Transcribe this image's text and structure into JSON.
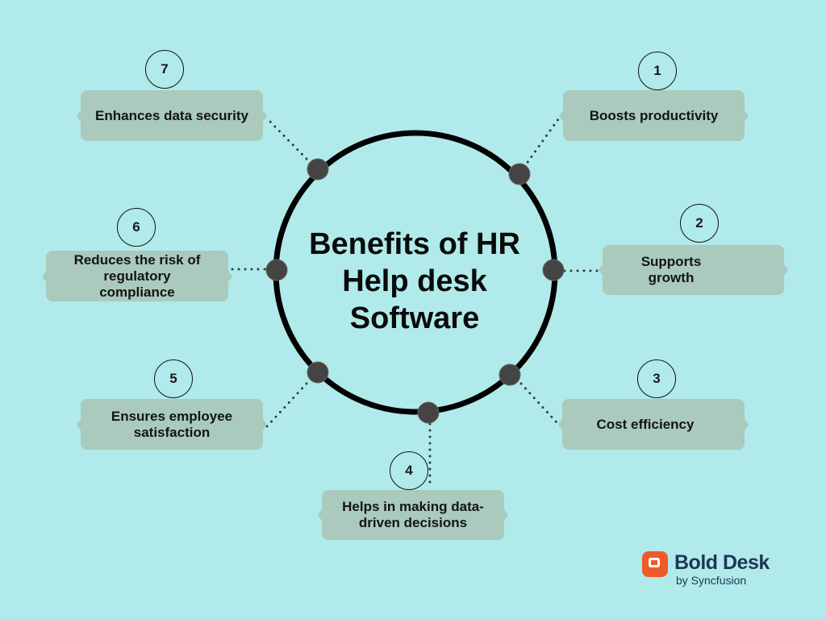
{
  "title": "Benefits of HR Help desk Software",
  "title_lines": [
    "Benefits of HR",
    "Help desk",
    "Software"
  ],
  "colors": {
    "background": "#b1eaea",
    "box": "#a9cabd",
    "ring": "#000000",
    "node": "#444444",
    "logo_accent": "#f05a28",
    "logo_text": "#1f3557"
  },
  "benefits": [
    {
      "number": "1",
      "label": "Boosts productivity"
    },
    {
      "number": "2",
      "label": "Supports growth",
      "lines": [
        "Supports",
        "growth"
      ]
    },
    {
      "number": "3",
      "label": "Cost efficiency"
    },
    {
      "number": "4",
      "label": "Helps in making data-driven decisions",
      "lines": [
        "Helps in making data-",
        "driven decisions"
      ]
    },
    {
      "number": "5",
      "label": "Ensures employee satisfaction",
      "lines": [
        "Ensures employee",
        "satisfaction"
      ]
    },
    {
      "number": "6",
      "label": "Reduces the risk of regulatory compliance",
      "lines": [
        "Reduces the risk of",
        "regulatory",
        "compliance"
      ]
    },
    {
      "number": "7",
      "label": "Enhances data security"
    }
  ],
  "logo": {
    "name": "Bold Desk",
    "sub": "by Syncfusion",
    "icon": "chat-bubble-icon"
  }
}
